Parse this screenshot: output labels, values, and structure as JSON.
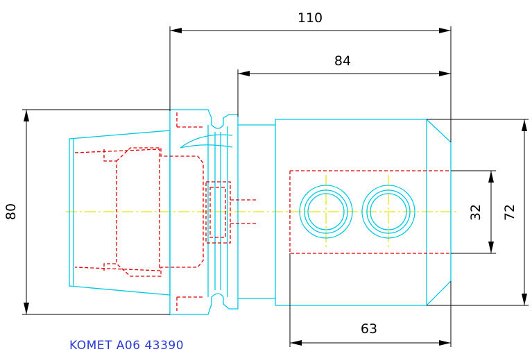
{
  "drawing": {
    "caption": "KOMET A06 43390",
    "dimensions": {
      "overall_length": "110",
      "body_length": "84",
      "shank_diameter": "80",
      "body_height": "72",
      "hole_spacing": "32",
      "hole_block_length": "63"
    },
    "colors": {
      "outline": "#00c8e6",
      "hidden": "#e00000",
      "centerline": "#e6e600",
      "dimension": "#000000",
      "caption": "#2a3bd4"
    }
  }
}
